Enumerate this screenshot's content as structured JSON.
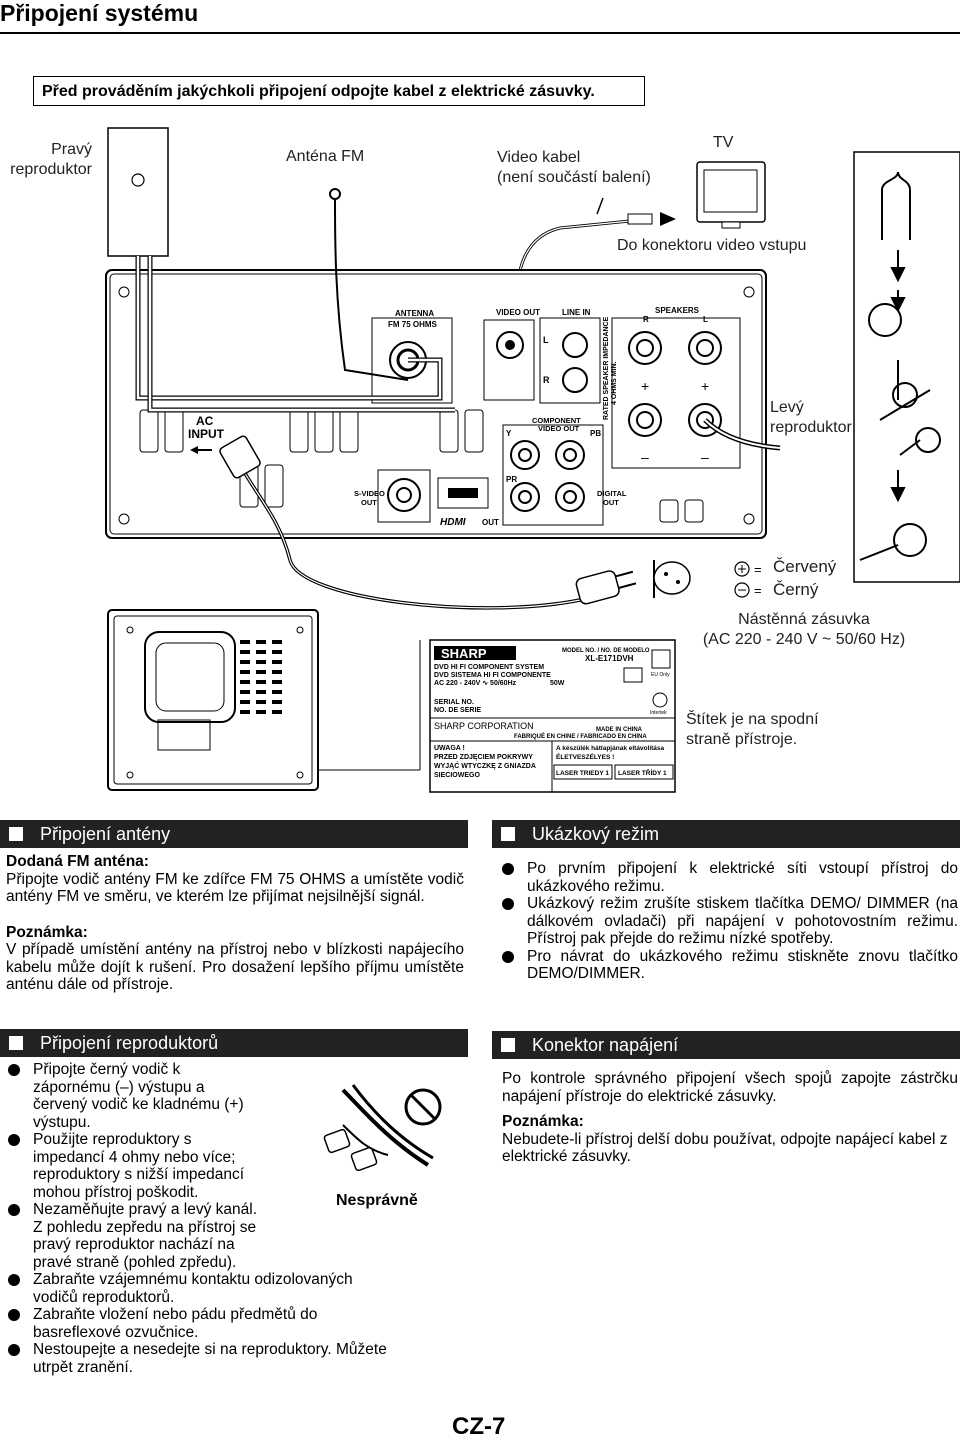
{
  "page": {
    "title": "Připojení systému",
    "warning": "Před prováděním jakýchkoli připojení odpojte kabel z elektrické zásuvky.",
    "page_number": "CZ-7"
  },
  "diagram": {
    "right_speaker": [
      "Pravý",
      "reproduktor"
    ],
    "fm_antenna": "Anténa FM",
    "video_cable": [
      "Video kabel",
      "(není součástí balení)"
    ],
    "tv": "TV",
    "video_input": "Do konektoru video vstupu",
    "left_speaker": [
      "Levý",
      "reproduktor"
    ],
    "legend_red": "Červený",
    "legend_black": "Černý",
    "outlet": [
      "Nástěnná zásuvka",
      "(AC 220 - 240 V ~ 50/60 Hz)"
    ],
    "label_note": [
      "Štítek je na spodní",
      "straně přístroje."
    ],
    "panel": {
      "antenna": "ANTENNA",
      "fm75": "FM    75 OHMS",
      "video_out": "VIDEO OUT",
      "line_in": "LINE IN",
      "speakers": "SPEAKERS",
      "r": "R",
      "l": "L",
      "ac_input": [
        "AC",
        "INPUT"
      ],
      "component": [
        "COMPONENT",
        "VIDEO OUT"
      ],
      "y": "Y",
      "pb": "PB",
      "pr": "PR",
      "svideo": [
        "S-VIDEO",
        "OUT"
      ],
      "hdmi": "HDMI",
      "out": "OUT",
      "digital": [
        "DIGITAL",
        "OUT"
      ],
      "impedance": [
        "RATED SPEAKER IMPEDANCE",
        "4 OHMS MIN."
      ],
      "plus": "+",
      "minus": "–"
    },
    "rating_label": {
      "brand": "SHARP",
      "model_no": "MODEL NO. / NO. DE MODELO",
      "model": "XL-E171DVH",
      "line1": "DVD HI FI COMPONENT SYSTEM",
      "line2": "DVD SISTEMA HI FI COMPONENTE",
      "power": "AC 220 - 240V  ∿  50/60Hz",
      "watts": "50W",
      "eu_only": "EU Only",
      "serial": [
        "SERIAL NO.",
        "NO. DE SERIE"
      ],
      "intertek": "Intertek",
      "corp": "SHARP CORPORATION",
      "made": "MADE IN CHINA",
      "fabrique": "FABRIQUÉ EN CHINE / FABRICADO EN CHINA",
      "uwaga": [
        "UWAGA !",
        "PRZED   ZDJĘCIEM   POKRYWY",
        "WYJĄĆ   WTYCZKĘ   Z   GNIAZDA",
        "SIECIOWEGO"
      ],
      "hu": [
        "A készülék hátlapjának eltávolítása",
        "ÉLETVESZÉLYES !"
      ],
      "laser_pl": "LASER TRIEDY 1",
      "laser_cz": "LASER TŘÍDY 1"
    }
  },
  "antenna_section": {
    "heading": "Připojení antény",
    "sub": "Dodaná FM anténa:",
    "text": "Připojte vodič antény FM ke zdířce FM 75 OHMS a umístěte vodič antény FM ve směru, ve kterém lze přijímat nejsilnější signál.",
    "note_label": "Poznámka:",
    "note": "V případě umístění antény na přístroj nebo v blízkosti napájecího kabelu může dojít k rušení. Pro dosažení lepšího příjmu umístěte anténu dále od přístroje."
  },
  "demo_section": {
    "heading": "Ukázkový režim",
    "items": [
      "Po prvním připojení k elektrické síti vstoupí přístroj do ukázkového režimu.",
      "Ukázkový režim zrušíte stiskem tlačítka DEMO/ DIMMER (na dálkovém ovladači) při napájení v pohotovostním režimu. Přístroj pak přejde do režimu nízké spotřeby.",
      "Pro návrat do ukázkového režimu stiskněte znovu tlačítko DEMO/DIMMER."
    ]
  },
  "speaker_section": {
    "heading": "Připojení reproduktorů",
    "wrong": "Nesprávně",
    "items": [
      [
        "Připojte černý vodič k",
        "zápornému (–) výstupu a",
        "červený vodič ke kladnému (+)",
        "výstupu."
      ],
      [
        "Použijte reproduktory s",
        "impedancí 4 ohmy nebo více;",
        "reproduktory s nižší impedancí",
        "mohou přístroj poškodit."
      ],
      [
        "Nezaměňujte pravý a levý kanál.",
        "Z pohledu zepředu na přístroj se",
        "pravý reproduktor nachází na",
        "pravé straně (pohled zpředu)."
      ],
      [
        "Zabraňte vzájemnému kontaktu odizolovaných",
        "vodičů reproduktorů."
      ],
      [
        "Zabraňte vložení nebo pádu předmětů do",
        "basreflexové ozvučnice."
      ],
      [
        "Nestoupejte a nesedejte si na reproduktory. Můžete",
        "utrpět zranění."
      ]
    ]
  },
  "power_section": {
    "heading": "Konektor napájení",
    "text": "Po kontrole správného připojení všech spojů zapojte zástrčku napájení přístroje do elektrické zásuvky.",
    "note_label": "Poznámka:",
    "note": "Nebudete-li přístroj delší dobu používat, odpojte napájecí kabel z elektrické zásuvky."
  }
}
